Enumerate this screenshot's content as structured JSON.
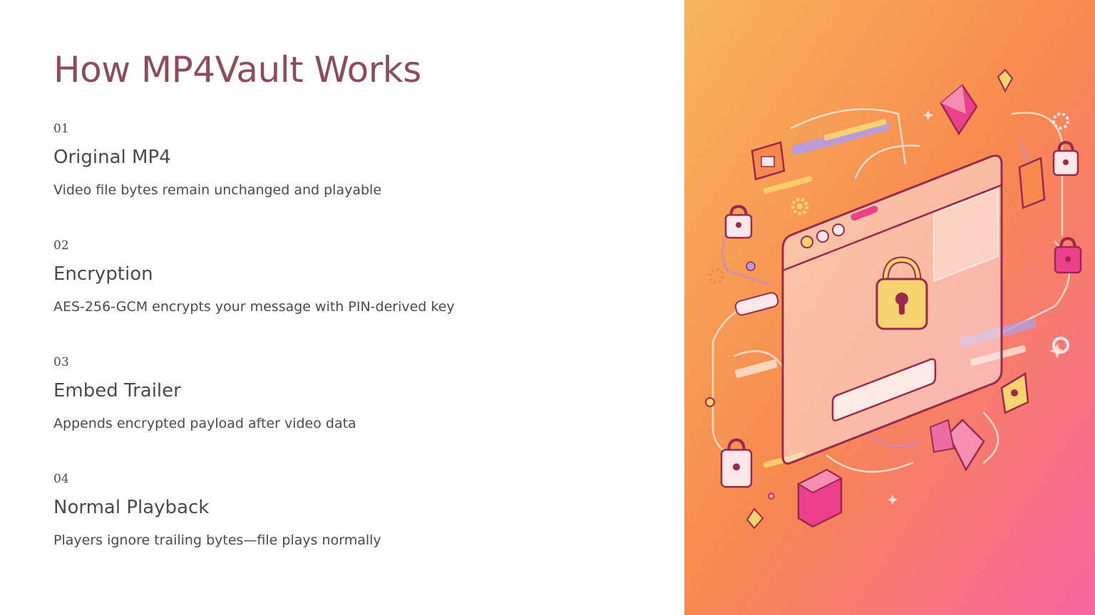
{
  "colors": {
    "title": "#8e4b5c",
    "text": "#4a4a4a",
    "gradient_top": "#f7b45c",
    "gradient_mid": "#f7894f",
    "gradient_bottom": "#f765a0",
    "outline": "#9a2a4c",
    "window_fill": "#fbe6ea",
    "lock_gold": "#f6d36e",
    "accent_pink": "#ec3f8c"
  },
  "slide": {
    "title": "How MP4Vault Works"
  },
  "steps": [
    {
      "number": "01",
      "title": "Original MP4",
      "description": "Video file bytes remain unchanged and playable"
    },
    {
      "number": "02",
      "title": "Encryption",
      "description": "AES-256-GCM encrypts your message with PIN-derived key"
    },
    {
      "number": "03",
      "title": "Embed Trailer",
      "description": "Appends encrypted payload after video data"
    },
    {
      "number": "04",
      "title": "Normal Playback",
      "description": "Players ignore trailing bytes—file plays normally"
    }
  ],
  "illustration": {
    "icons": [
      "browser-window-icon",
      "padlock-icon",
      "gear-icon",
      "gem-icon",
      "shield-icon",
      "code-snippet-icon"
    ]
  }
}
